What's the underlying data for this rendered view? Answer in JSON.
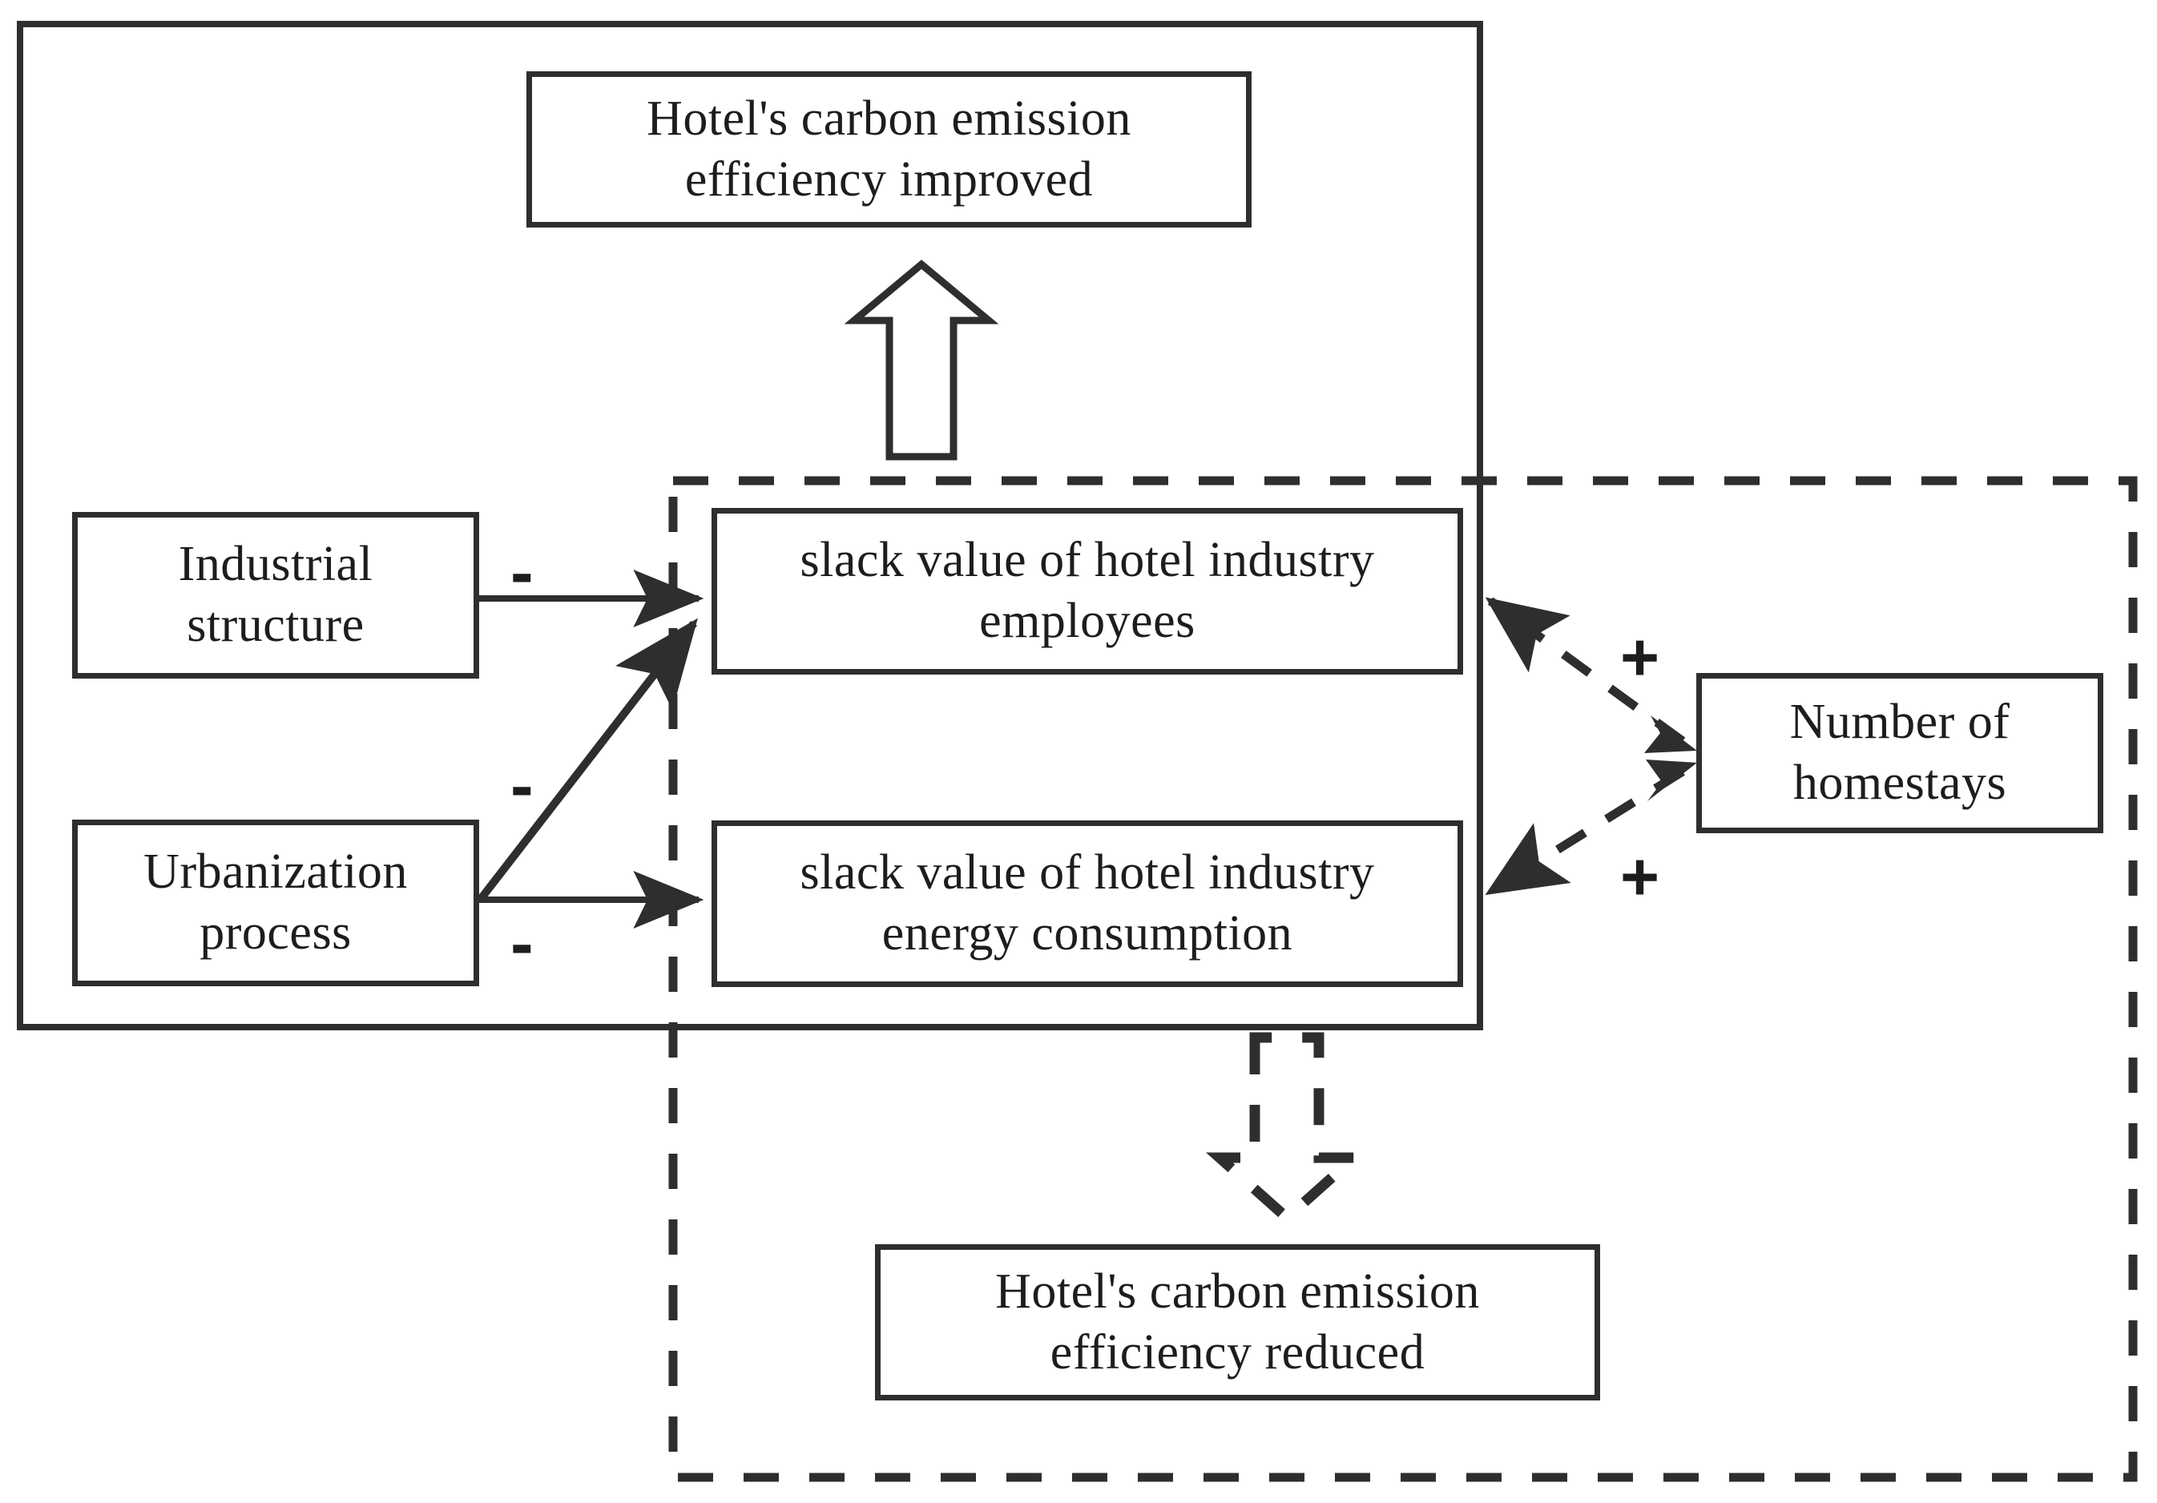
{
  "diagram": {
    "title_text_present": false,
    "nodes": {
      "improved": "Hotel's carbon emission efficiency improved",
      "improved_line1": "Hotel's carbon emission",
      "improved_line2": "efficiency improved",
      "reduced_line1": "Hotel's carbon emission",
      "reduced_line2": "efficiency reduced",
      "industrial_line1": "Industrial",
      "industrial_line2": "structure",
      "urbanization_line1": "Urbanization",
      "urbanization_line2": "process",
      "slack_employees_line1": "slack value of hotel industry",
      "slack_employees_line2": "employees",
      "slack_energy_line1": "slack value of hotel industry",
      "slack_energy_line2": "energy consumption",
      "homestays_line1": "Number of",
      "homestays_line2": "homestays"
    },
    "signs": {
      "minus_1": "-",
      "minus_2": "-",
      "minus_3": "-",
      "plus_1": "+",
      "plus_2": "+"
    },
    "edges": [
      {
        "id": "industrial-to-slack-employees",
        "from": "Industrial structure",
        "to": "slack value of hotel industry employees",
        "style": "solid",
        "sign": "-"
      },
      {
        "id": "urbanization-to-slack-employees",
        "from": "Urbanization process",
        "to": "slack value of hotel industry employees",
        "style": "solid",
        "sign": "-"
      },
      {
        "id": "urbanization-to-slack-energy",
        "from": "Urbanization process",
        "to": "slack value of hotel industry energy consumption",
        "style": "solid",
        "sign": "-"
      },
      {
        "id": "homestays-to-slack-employees",
        "from": "Number of homestays",
        "to": "slack value of hotel industry employees",
        "style": "dashed",
        "sign": "+"
      },
      {
        "id": "homestays-to-slack-energy",
        "from": "Number of homestays",
        "to": "slack value of hotel industry energy consumption",
        "style": "dashed",
        "sign": "+"
      },
      {
        "id": "slack-to-improved",
        "from": "slack values block",
        "to": "Hotel's carbon emission efficiency improved",
        "style": "hollow-block-arrow-up",
        "sign": ""
      },
      {
        "id": "slack-to-reduced",
        "from": "slack values block",
        "to": "Hotel's carbon emission efficiency reduced",
        "style": "dashed-hollow-block-arrow-down",
        "sign": ""
      }
    ],
    "frames": {
      "solid_frame": "solid outer grouping frame",
      "dashed_frame": "dashed outer grouping frame"
    },
    "colors": {
      "stroke": "#2e2e2e",
      "text": "#1d1d1d",
      "background": "#ffffff"
    }
  }
}
